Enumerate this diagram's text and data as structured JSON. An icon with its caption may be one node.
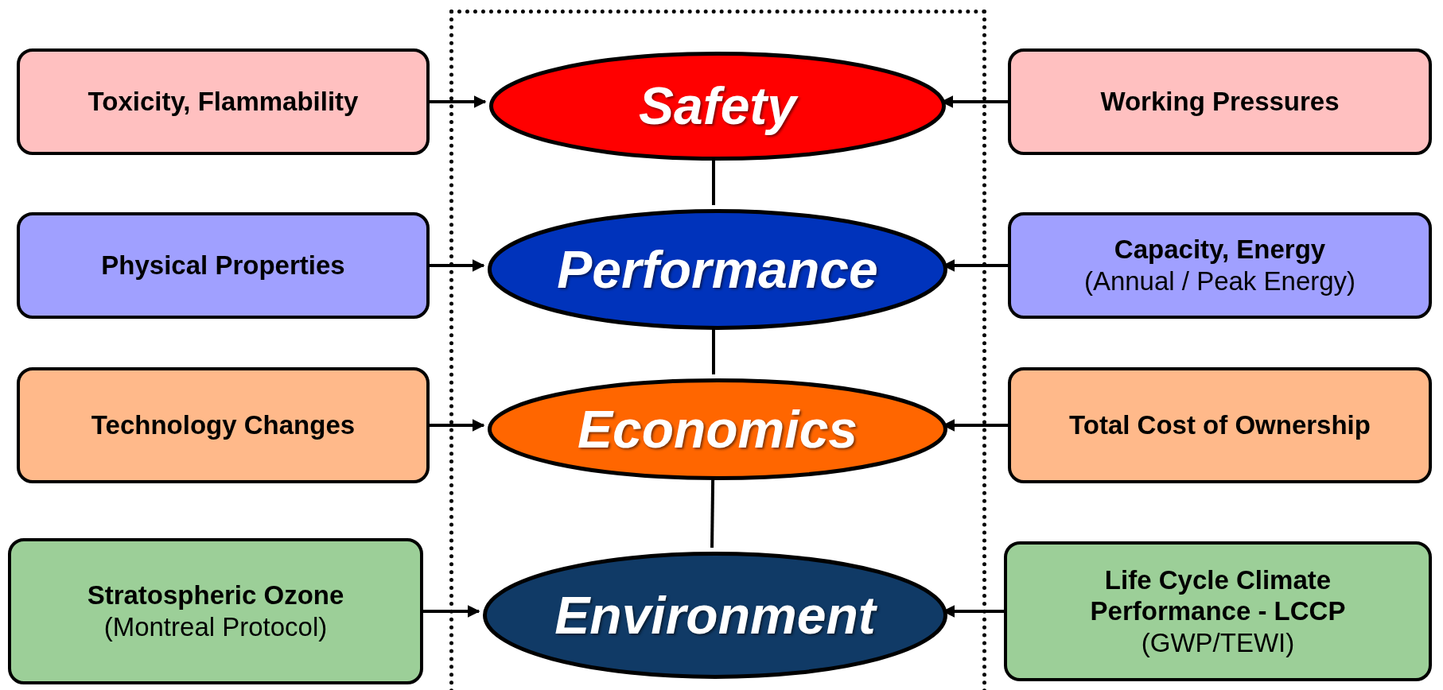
{
  "diagram": {
    "nodes": [
      {
        "text": [],
        "shape": "box"
      },
      {
        "text": [
          "Toxicity, Flammability"
        ]
      },
      {
        "text": [
          "Safety"
        ],
        "in": 0
      },
      {
        "text": [
          "Working Pressures"
        ]
      },
      {
        "text": [
          "Physical Properties"
        ]
      },
      {
        "text": [
          "Performance"
        ],
        "in": 0
      },
      {
        "text": [
          "Capacity, Energy",
          "(Annual / Peak Energy)"
        ]
      },
      {
        "text": [
          "Technology Changes"
        ]
      },
      {
        "text": [
          "Economics"
        ],
        "in": 0
      },
      {
        "text": [
          "Total Cost of Ownership"
        ]
      },
      {
        "text": [
          "Stratospheric Ozone",
          "(Montreal Protocol)"
        ]
      },
      {
        "text": [
          "Environment"
        ],
        "in": 0
      },
      {
        "text": [
          "Life Cycle Climate Performance - LCCP",
          "(GWP/TEWI)"
        ]
      }
    ],
    "edges": [
      {
        "from": 1,
        "to": 2,
        "arrow": "to"
      },
      {
        "from": 3,
        "to": 2,
        "arrow": "to"
      },
      {
        "from": 2,
        "to": 5,
        "arrow": "none"
      },
      {
        "from": 4,
        "to": 5,
        "arrow": "to"
      },
      {
        "from": 6,
        "to": 5,
        "arrow": "to"
      },
      {
        "from": 5,
        "to": 8,
        "arrow": "none"
      },
      {
        "from": 7,
        "to": 8,
        "arrow": "to"
      },
      {
        "from": 9,
        "to": 8,
        "arrow": "to"
      },
      {
        "from": 8,
        "to": 11,
        "arrow": "none"
      },
      {
        "from": 10,
        "to": 11,
        "arrow": "to"
      },
      {
        "from": 12,
        "to": 11,
        "arrow": "to"
      }
    ]
  }
}
